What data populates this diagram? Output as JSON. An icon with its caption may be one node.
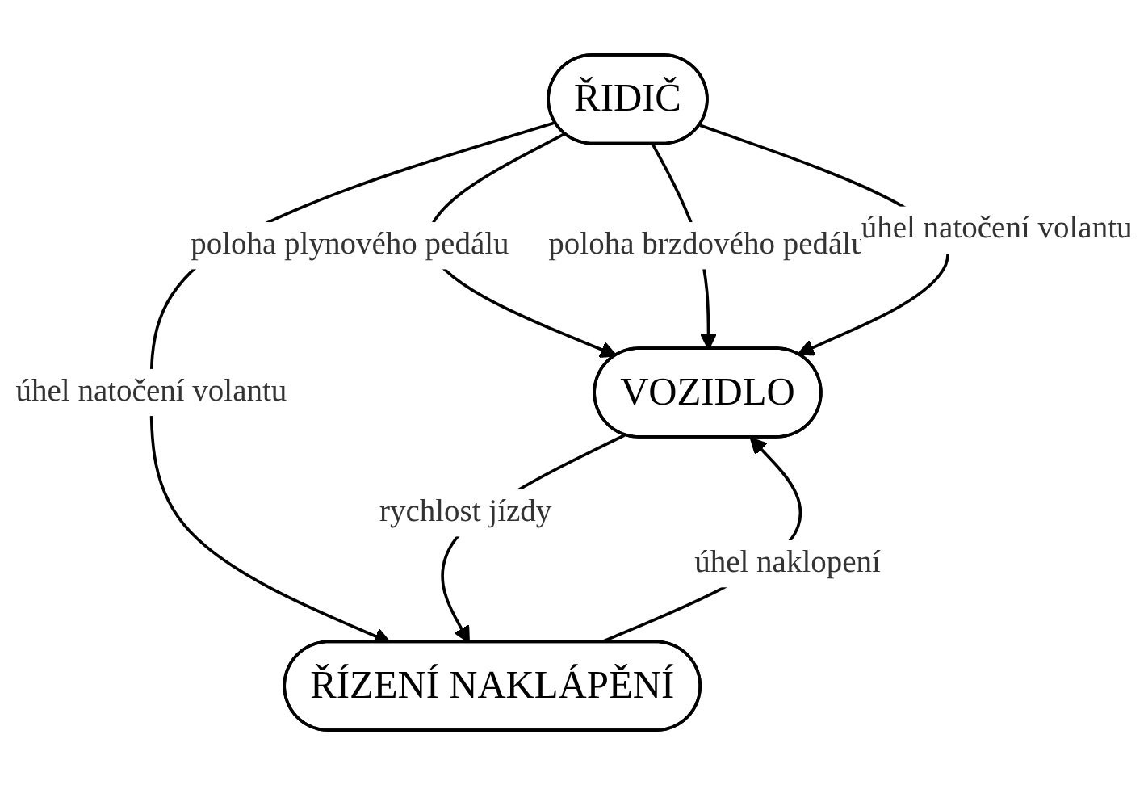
{
  "diagram": {
    "nodes": [
      {
        "text": [
          "ŘIDIČ"
        ]
      },
      {
        "text": [
          "VOZIDLO"
        ]
      },
      {
        "text": [
          "ŘÍZENÍ NAKLÁPĚNÍ"
        ]
      }
    ],
    "edges": [
      {
        "from": 0,
        "to": 1,
        "arrow": "to",
        "label": "poloha plynového pedálu"
      },
      {
        "from": 0,
        "to": 1,
        "arrow": "to",
        "label": "poloha brzdového pedálu"
      },
      {
        "from": 0,
        "to": 1,
        "arrow": "to",
        "label": "úhel natočení volantu"
      },
      {
        "from": 0,
        "to": 2,
        "arrow": "to",
        "label": "úhel natočení volantu"
      },
      {
        "from": 1,
        "to": 2,
        "arrow": "to",
        "label": "rychlost jízdy"
      },
      {
        "from": 2,
        "to": 1,
        "arrow": "to",
        "label": "úhel naklopení"
      }
    ]
  }
}
